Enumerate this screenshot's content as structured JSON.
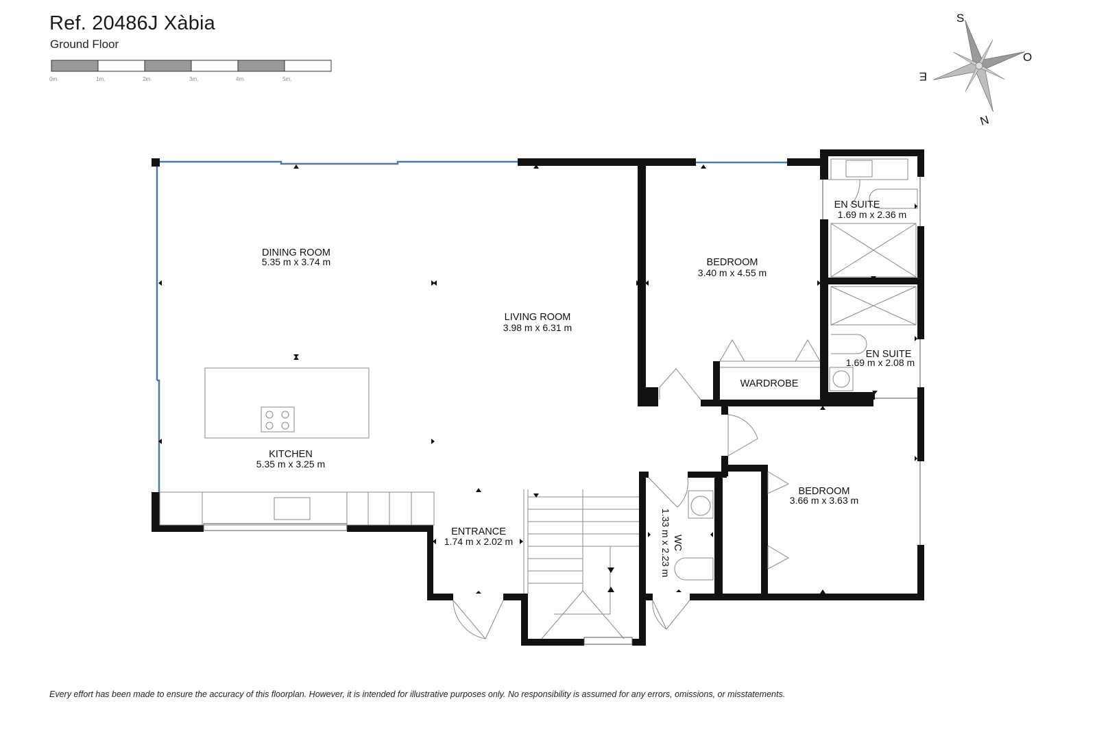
{
  "header": {
    "title": "Ref. 20486J Xàbia",
    "floor": "Ground Floor"
  },
  "scale_bar": {
    "labels": [
      "0m.",
      "1m.",
      "2m.",
      "3m.",
      "4m.",
      "5m."
    ]
  },
  "compass": {
    "s": "S",
    "o": "O",
    "e": "E",
    "n": "N"
  },
  "rooms": {
    "dining": {
      "name": "DINING ROOM",
      "dims": "5.35 m x 3.74 m"
    },
    "living": {
      "name": "LIVING ROOM",
      "dims": "3.98 m x 6.31 m"
    },
    "kitchen": {
      "name": "KITCHEN",
      "dims": "5.35 m x 3.25 m"
    },
    "bedroom1": {
      "name": "BEDROOM",
      "dims": "3.40 m x 4.55 m"
    },
    "ensuite1": {
      "name": "EN SUITE",
      "dims": "1.69 m x 2.36 m"
    },
    "ensuite2": {
      "name": "EN SUITE",
      "dims": "1.69 m x 2.08 m"
    },
    "wardrobe": {
      "name": "WARDROBE"
    },
    "entrance": {
      "name": "ENTRANCE",
      "dims": "1.74 m x 2.02 m"
    },
    "wc": {
      "name": "WC",
      "dims": "1.33 m x 2.23 m"
    },
    "bedroom2": {
      "name": "BEDROOM",
      "dims": "3.66 m x 3.63 m"
    }
  },
  "colors": {
    "wall": "#111111",
    "window": "#4a78a8",
    "fixture": "#888888",
    "compass": "#9a9a9a"
  },
  "footer": {
    "disclaimer": "Every effort has been made to ensure the accuracy of this floorplan. However, it is intended for illustrative purposes only. No responsibility is assumed for any errors, omissions, or misstatements."
  }
}
